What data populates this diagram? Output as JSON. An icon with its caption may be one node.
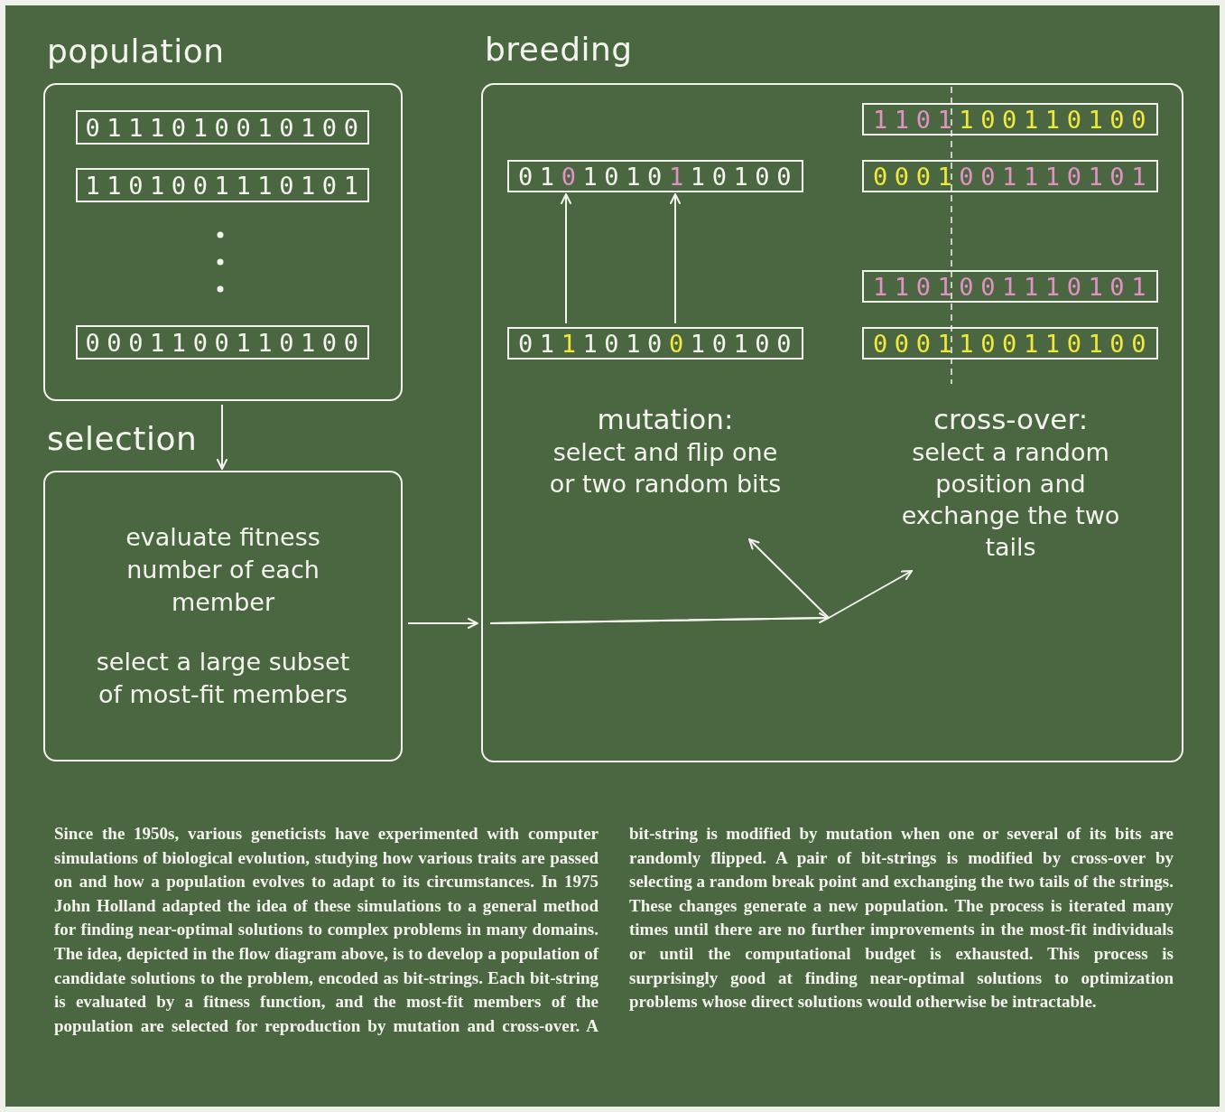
{
  "diagram": {
    "nodes": [
      {
        "text": [
          "population"
        ]
      },
      {
        "text": [
          "0111010010100"
        ],
        "in": 0
      },
      {
        "text": [
          "1101001110101"
        ],
        "in": 0
      },
      {
        "text": [
          "0001100110100"
        ],
        "in": 0
      },
      {
        "text": [
          "selection",
          "evaluate fitness number of each member",
          "select a large subset of most-fit members"
        ]
      },
      {
        "text": [
          "breeding"
        ]
      },
      {
        "text": [
          "1101100110100"
        ],
        "in": 5
      },
      {
        "text": [
          "0101010110100"
        ],
        "in": 5
      },
      {
        "text": [
          "0001001110101"
        ],
        "in": 5
      },
      {
        "text": [
          "1101001110101"
        ],
        "in": 5
      },
      {
        "text": [
          "0111010010100"
        ],
        "in": 5
      },
      {
        "text": [
          "0001100110100"
        ],
        "in": 5
      },
      {
        "text": [
          "mutation:",
          "select and flip one or two random bits"
        ],
        "in": 5
      },
      {
        "text": [
          "cross-over:",
          "select a random position and exchange the two tails"
        ],
        "in": 5
      }
    ],
    "edges": [
      {
        "from": 0,
        "to": 4,
        "arrow": "to"
      },
      {
        "from": 4,
        "to": 5,
        "arrow": "to"
      },
      {
        "from": 10,
        "to": 7,
        "arrow": "to"
      },
      {
        "from": 10,
        "to": 7,
        "arrow": "to"
      },
      {
        "from": 5,
        "to": 12,
        "arrow": "to"
      },
      {
        "from": 5,
        "to": 13,
        "arrow": "to"
      }
    ],
    "caption": "Since the 1950s, various geneticists have experimented with computer simulations of biological evolution, studying how various traits are passed on and how a population evolves to adapt to its circumstances. In 1975 John Holland adapted the idea of these simulations to a general method for finding near-optimal solutions to complex problems in many domains. The idea, depicted in the flow diagram above, is to develop a population of candidate solutions to the problem, encoded as bit-strings. Each bit-string is evaluated by a fitness function, and the most-fit members of the population are selected for reproduction by mutation and cross-over. A bit-string is modified by mutation when one or several of its bits are randomly flipped. A pair of bit-strings is modified by cross-over by selecting a random break point and exchanging the two tails of the strings. These changes generate a new population. The process is iterated many times until there are no further improvements in the most-fit individuals or until the computational budget is exhausted. This process is surprisingly good at finding near-optimal solutions to optimization problems whose direct solutions would otherwise be intractable."
  }
}
